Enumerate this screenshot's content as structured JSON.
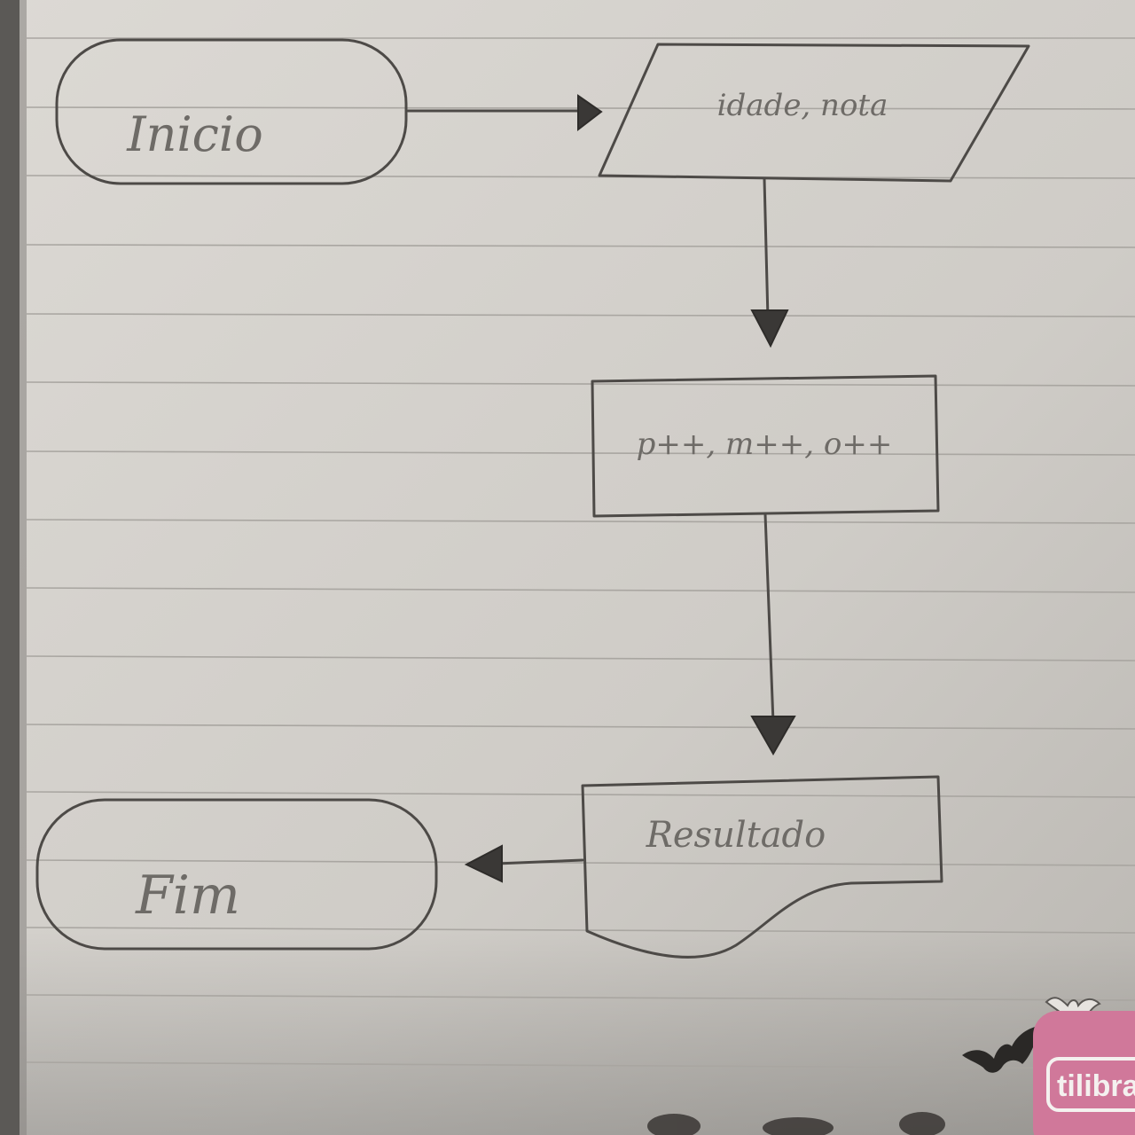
{
  "flowchart": {
    "start": {
      "label": "Inicio"
    },
    "input": {
      "label": "idade, nota"
    },
    "process": {
      "label": "p++, m++, o++"
    },
    "output": {
      "label": "Resultado"
    },
    "end": {
      "label": "Fim"
    }
  },
  "sticker": {
    "brand": "tilibra",
    "color": "#d0789a"
  }
}
